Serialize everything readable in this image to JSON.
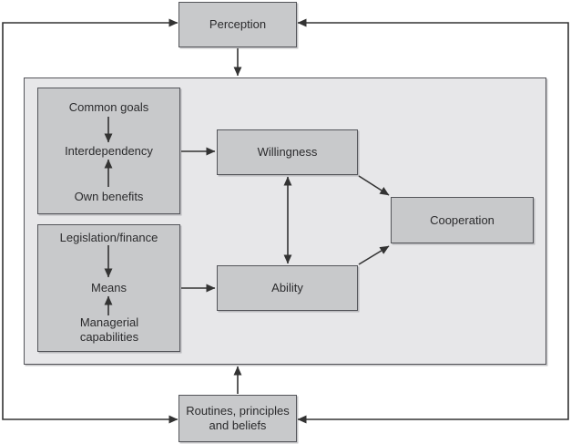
{
  "diagram": {
    "nodes": {
      "perception": {
        "label": "Perception"
      },
      "common_goals": {
        "label": "Common goals"
      },
      "interdependency": {
        "label": "Interdependency"
      },
      "own_benefits": {
        "label": "Own benefits"
      },
      "legislation_finance": {
        "label": "Legislation/finance"
      },
      "means": {
        "label": "Means"
      },
      "managerial_capabilities": {
        "label": "Managerial capabilities"
      },
      "willingness": {
        "label": "Willingness"
      },
      "ability": {
        "label": "Ability"
      },
      "cooperation": {
        "label": "Cooperation"
      },
      "routines": {
        "label": "Routines, principles and beliefs"
      }
    },
    "edges": [
      {
        "from": "common_goals",
        "to": "interdependency",
        "type": "arrow"
      },
      {
        "from": "own_benefits",
        "to": "interdependency",
        "type": "arrow"
      },
      {
        "from": "interdependency",
        "to": "willingness",
        "type": "arrow"
      },
      {
        "from": "legislation_finance",
        "to": "means",
        "type": "arrow"
      },
      {
        "from": "managerial_capabilities",
        "to": "means",
        "type": "arrow"
      },
      {
        "from": "means",
        "to": "ability",
        "type": "arrow"
      },
      {
        "from": "willingness",
        "to": "ability",
        "type": "double-arrow"
      },
      {
        "from": "willingness",
        "to": "cooperation",
        "type": "arrow"
      },
      {
        "from": "ability",
        "to": "cooperation",
        "type": "arrow"
      },
      {
        "from": "perception",
        "to": "context-panel",
        "type": "arrow"
      },
      {
        "from": "routines",
        "to": "context-panel",
        "type": "arrow"
      },
      {
        "from": "feedback_loop_left",
        "to": "perception",
        "type": "arrow"
      },
      {
        "from": "feedback_loop_right",
        "to": "perception",
        "type": "arrow"
      },
      {
        "from": "feedback_loop_left",
        "to": "routines",
        "type": "arrow"
      },
      {
        "from": "feedback_loop_right",
        "to": "routines",
        "type": "arrow"
      }
    ],
    "colors": {
      "background": "#ffffff",
      "box_fill": "#c8c9cb",
      "panel_fill": "#e7e7e9",
      "border": "#54555a",
      "line": "#333333",
      "text": "#2b2b2d"
    }
  }
}
